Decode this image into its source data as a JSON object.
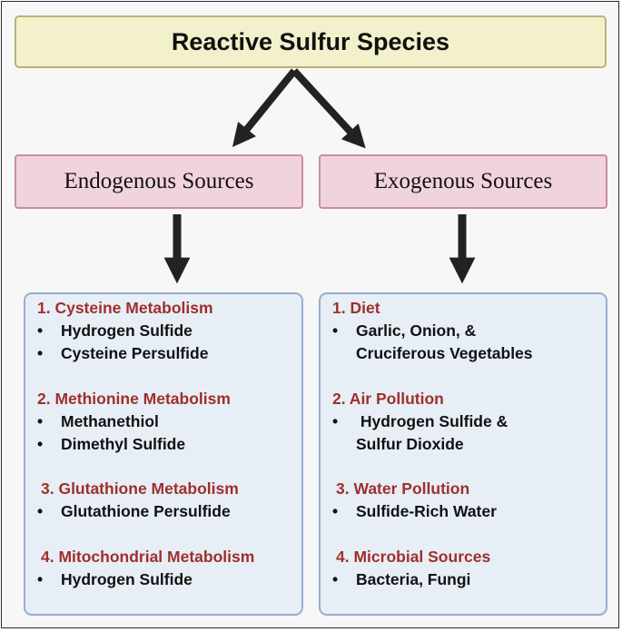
{
  "title": "Reactive Sulfur Species",
  "endogenous": {
    "label": "Endogenous Sources",
    "groups": [
      {
        "heading": "1.  Cysteine Metabolism",
        "items": [
          "Hydrogen Sulfide",
          "Cysteine Persulfide"
        ]
      },
      {
        "heading": "2. Methionine Metabolism",
        "items": [
          "Methanethiol",
          "Dimethyl Sulfide"
        ]
      },
      {
        "heading": "3. Glutathione Metabolism",
        "items": [
          "Glutathione Persulfide"
        ]
      },
      {
        "heading": "4. Mitochondrial Metabolism",
        "items": [
          "Hydrogen Sulfide"
        ]
      }
    ]
  },
  "exogenous": {
    "label": "Exogenous Sources",
    "groups": [
      {
        "heading": "1.  Diet",
        "items": [
          "Garlic, Onion, &",
          "Cruciferous Vegetables"
        ]
      },
      {
        "heading": "2. Air Pollution",
        "items": [
          " Hydrogen Sulfide &",
          "Sulfur Dioxide"
        ]
      },
      {
        "heading": "3. Water Pollution",
        "items": [
          "Sulfide-Rich Water"
        ]
      },
      {
        "heading": "4. Microbial Sources",
        "items": [
          "Bacteria, Fungi"
        ]
      }
    ]
  },
  "colors": {
    "title_fill": "#f3f1cc",
    "source_fill": "#f1d3de",
    "panel_fill": "#e7eef6",
    "heading_text": "#9f2f2a",
    "arrow": "#222222"
  }
}
